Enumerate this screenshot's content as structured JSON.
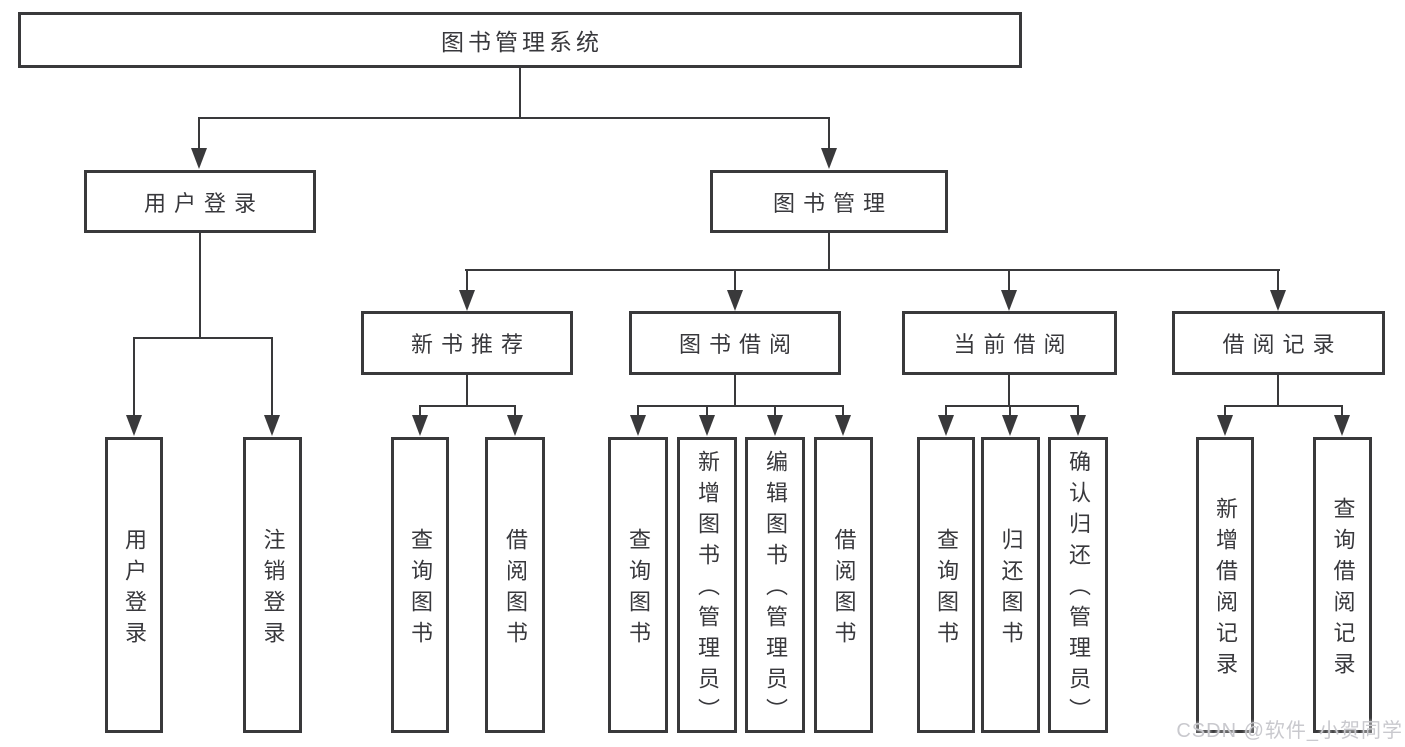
{
  "tree": {
    "root": {
      "label": "图书管理系统"
    },
    "user_login": {
      "label": "用户登录",
      "children": {
        "login": {
          "label": "用户登录"
        },
        "logout": {
          "label": "注销登录"
        }
      }
    },
    "book_management": {
      "label": "图书管理",
      "modules": {
        "new_book_recommend": {
          "label": "新书推荐",
          "children": {
            "query_books": {
              "label": "查询图书"
            },
            "borrow_books": {
              "label": "借阅图书"
            }
          }
        },
        "book_borrowing": {
          "label": "图书借阅",
          "children": {
            "query_books": {
              "label": "查询图书"
            },
            "add_books": {
              "label": "新增图书（管理员）"
            },
            "edit_books": {
              "label": "编辑图书（管理员）"
            },
            "borrow_books": {
              "label": "借阅图书"
            }
          }
        },
        "current_borrowing": {
          "label": "当前借阅",
          "children": {
            "query_books": {
              "label": "查询图书"
            },
            "return_books": {
              "label": "归还图书"
            },
            "confirm_return": {
              "label": "确认归还（管理员）"
            }
          }
        },
        "borrow_records": {
          "label": "借阅记录",
          "children": {
            "add_record": {
              "label": "新增借阅记录"
            },
            "query_record": {
              "label": "查询借阅记录"
            }
          }
        }
      }
    }
  },
  "watermark": {
    "text": "CSDN @软件_小贺同学"
  },
  "colors": {
    "line": "#39393b",
    "text": "#38383c",
    "background": "#ffffff",
    "watermark": "#c9c9ce"
  }
}
